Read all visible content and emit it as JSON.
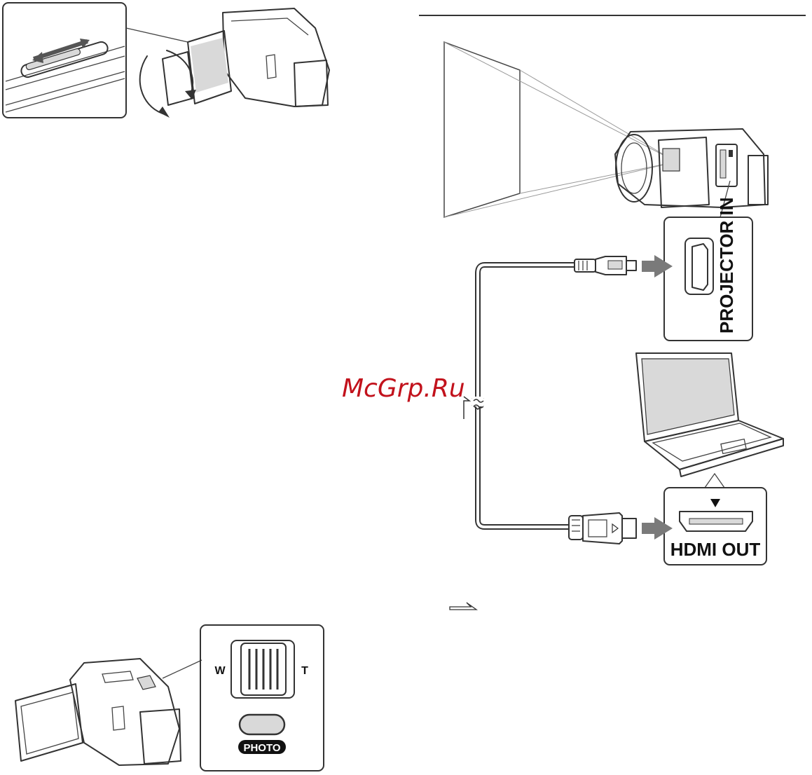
{
  "labels": {
    "projector_in": "PROJECTOR IN",
    "hdmi_out": "HDMI OUT",
    "zoom_wide": "W",
    "zoom_tele": "T",
    "photo_button": "PHOTO"
  },
  "watermark": "McGrp.Ru",
  "colors": {
    "line": "#333333",
    "gray_fill": "#d9d9d9",
    "arrow_gray": "#7a7a7a",
    "watermark_red": "#c2121c"
  },
  "icons": [
    "projector-lever-icon",
    "camcorder-icon",
    "laptop-icon",
    "hdmi-port-icon",
    "micro-hdmi-port-icon",
    "signal-direction-icon"
  ]
}
